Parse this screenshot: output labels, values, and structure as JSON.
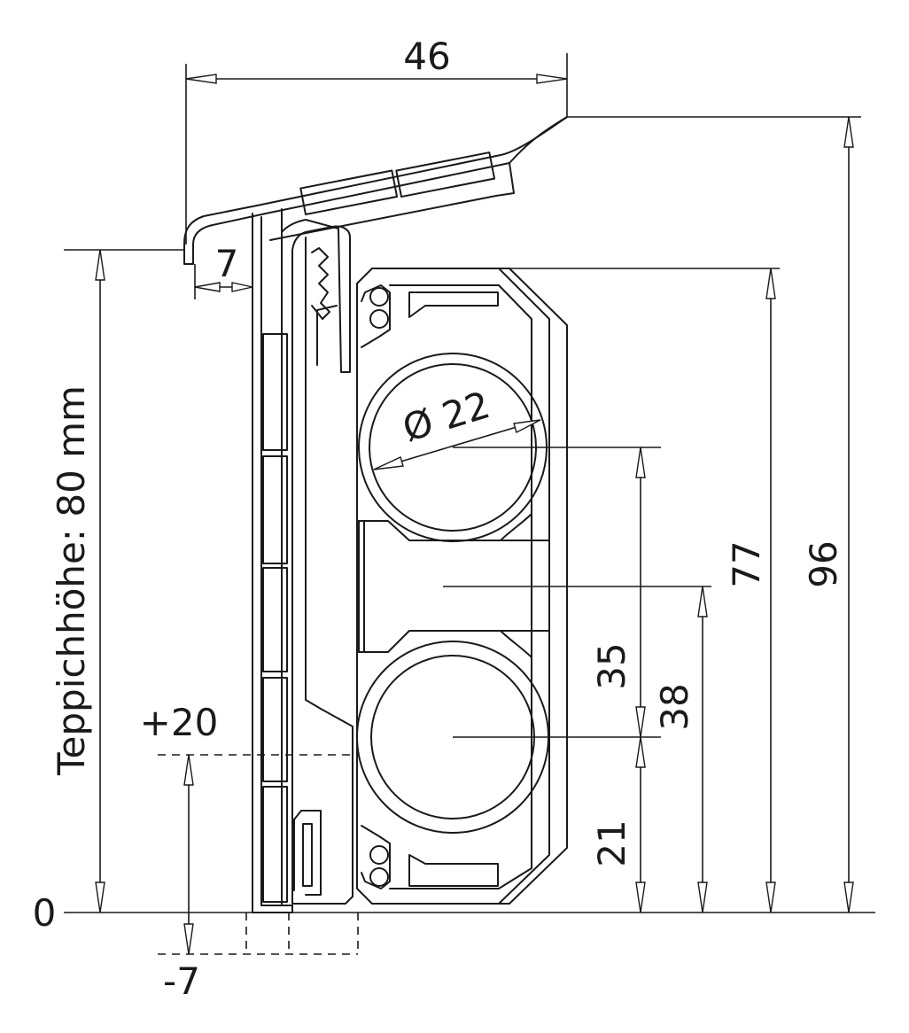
{
  "labels": {
    "top_width": "46",
    "lip_width": "7",
    "diameter": "Ø 22",
    "carpet_height": "Teppichhöhe: 80 mm",
    "zero": "0",
    "plus_offset": "+20",
    "minus_offset": "-7",
    "pitch": "35",
    "lower_center": "21",
    "mid_height": "38",
    "body_height": "77",
    "total_height": "96"
  }
}
